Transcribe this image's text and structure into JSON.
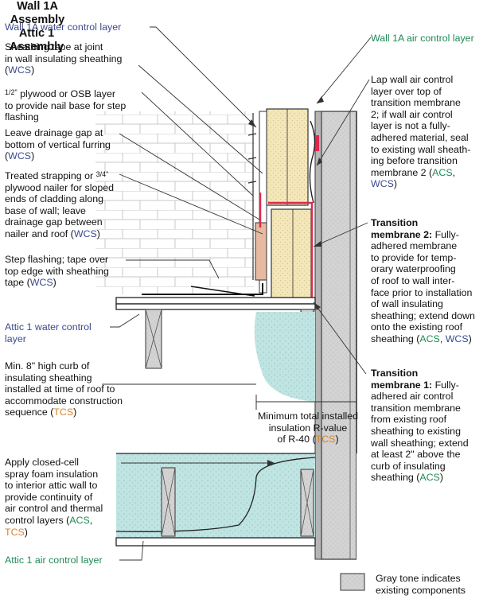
{
  "colors": {
    "wcs": "#3d4a8c",
    "acs": "#1f8a55",
    "tcs": "#d9822b",
    "insulation_board": "#f3e6b8",
    "spray_foam": "#bfe4e2",
    "membrane": "#e0284f",
    "existing_gray": "#cfcfcf"
  },
  "headings": {
    "wall_assembly": [
      "Wall 1A",
      "Assembly"
    ],
    "attic_assembly": [
      "Attic 1",
      "Assembly"
    ]
  },
  "labels": {
    "wall_water_control": "Wall 1A water control layer",
    "wall_air_control": "Wall 1A air control layer",
    "sheathing_tape": {
      "lines": [
        "Sheathing tape at joint",
        "in wall insulating sheathing"
      ],
      "tag": "WCS"
    },
    "plywood_osb": {
      "frac": "1/2\"",
      "lines": [
        " plywood or OSB layer",
        "to provide nail base for step",
        "flashing"
      ]
    },
    "drainage_gap": {
      "lines": [
        "Leave drainage gap at",
        "bottom of vertical furring"
      ],
      "tag": "WCS"
    },
    "treated_strapping": {
      "pre": "Treated strapping or ",
      "frac": "3/4\"",
      "lines": [
        "plywood nailer for sloped",
        "ends of cladding along",
        "base of wall; leave",
        "drainage gap between",
        "nailer and roof "
      ],
      "tag": "WCS"
    },
    "step_flashing": {
      "lines": [
        "Step flashing; tape over",
        "top edge with sheathing",
        "tape "
      ],
      "tag": "WCS"
    },
    "attic_water_control": {
      "lines": [
        "Attic 1 water  control",
        "layer"
      ]
    },
    "curb": {
      "lines": [
        "Min. 8\" high curb of",
        "insulating sheathing",
        "installed at time of roof to",
        "accommodate construction",
        "sequence "
      ],
      "tag": "TCS"
    },
    "min_r_value": {
      "lines": [
        "Minimum total installed",
        "insulation R-value",
        "of R-40 "
      ],
      "tag": "TCS"
    },
    "spray_foam": {
      "lines": [
        "Apply closed-cell",
        "spray foam insulation",
        "to interior attic wall to",
        "provide continuity of",
        "air control and thermal",
        "control layers "
      ],
      "tag1": "ACS",
      "tag2": "TCS"
    },
    "attic_air_control": "Attic 1 air control layer",
    "lap_wall": {
      "lines": [
        "Lap wall air control",
        "layer over top of",
        "transition membrane",
        "2; if wall air control",
        "layer is not a fully-",
        "adhered material, seal",
        "to existing wall sheath-",
        "ing before transition",
        "membrane 2 "
      ],
      "tag1": "ACS",
      "tag2": "WCS"
    },
    "membrane_2": {
      "title": "Transition",
      "title2": "membrane 2:",
      "lines_after": " Fully-",
      "lines": [
        "adhered membrane",
        "to provide for temp-",
        "orary waterproofing",
        "of roof to wall inter-",
        "face prior to installation",
        "of wall insulating",
        "sheathing; extend down",
        "onto the existing roof",
        "sheathing "
      ],
      "tag1": "ACS",
      "tag2": "WCS"
    },
    "membrane_1": {
      "title": "Transition",
      "title2": "membrane 1:",
      "lines_after": " Fully-",
      "lines": [
        "adhered air control",
        "transition membrane",
        "from existing roof",
        "sheathing to existing",
        "wall sheathing; extend",
        "at least 2\" above the",
        "curb of insulating",
        "sheathing "
      ],
      "tag": "ACS"
    },
    "legend": {
      "lines": [
        "Gray tone indicates",
        "existing components"
      ]
    }
  }
}
